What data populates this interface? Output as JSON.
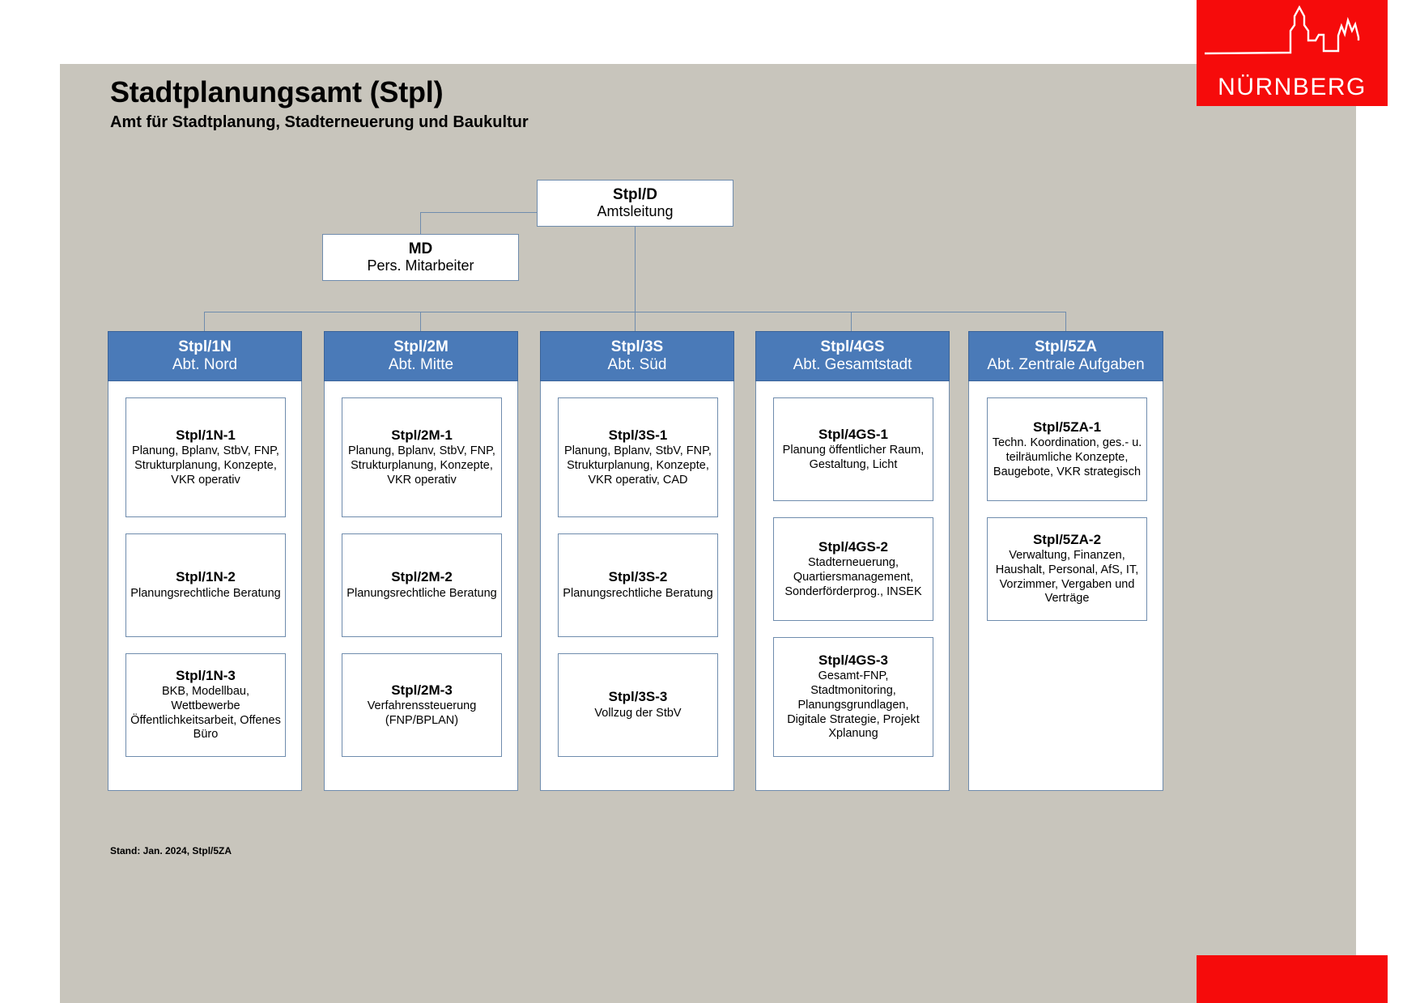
{
  "header": {
    "title": "Stadtplanungsamt (Stpl)",
    "subtitle": "Amt für Stadtplanung, Stadterneuerung und Baukultur",
    "logo_wordmark": "NÜRNBERG",
    "logo_color": "#f60b0b",
    "panel_color": "#c8c5bc"
  },
  "footer": {
    "text": "Stand: Jan. 2024, Stpl/5ZA"
  },
  "colors": {
    "dept_header_bg": "#4a7ab8",
    "box_border": "#6f8cad",
    "box_bg": "#ffffff",
    "text": "#000000"
  },
  "top": {
    "leader": {
      "code": "Stpl/D",
      "desc": "Amtsleitung"
    },
    "staff": {
      "code": "MD",
      "desc": "Pers. Mitarbeiter"
    }
  },
  "departments": [
    {
      "code": "Stpl/1N",
      "desc": "Abt. Nord",
      "units": [
        {
          "code": "Stpl/1N-1",
          "desc": "Planung, Bplanv, StbV, FNP, Strukturplanung, Konzepte, VKR operativ"
        },
        {
          "code": "Stpl/1N-2",
          "desc": "Planungsrechtliche Beratung"
        },
        {
          "code": "Stpl/1N-3",
          "desc": "BKB, Modellbau, Wettbewerbe Öffentlichkeitsarbeit, Offenes Büro"
        }
      ]
    },
    {
      "code": "Stpl/2M",
      "desc": "Abt. Mitte",
      "units": [
        {
          "code": "Stpl/2M-1",
          "desc": "Planung, Bplanv, StbV, FNP, Strukturplanung, Konzepte, VKR operativ"
        },
        {
          "code": "Stpl/2M-2",
          "desc": "Planungsrechtliche Beratung"
        },
        {
          "code": "Stpl/2M-3",
          "desc": "Verfahrenssteuerung (FNP/BPLAN)"
        }
      ]
    },
    {
      "code": "Stpl/3S",
      "desc": "Abt. Süd",
      "units": [
        {
          "code": "Stpl/3S-1",
          "desc": "Planung, Bplanv, StbV, FNP, Strukturplanung, Konzepte, VKR operativ, CAD"
        },
        {
          "code": "Stpl/3S-2",
          "desc": "Planungsrechtliche Beratung"
        },
        {
          "code": "Stpl/3S-3",
          "desc": "Vollzug der StbV"
        }
      ]
    },
    {
      "code": "Stpl/4GS",
      "desc": "Abt. Gesamtstadt",
      "units": [
        {
          "code": "Stpl/4GS-1",
          "desc": "Planung öffentlicher Raum, Gestaltung, Licht"
        },
        {
          "code": "Stpl/4GS-2",
          "desc": "Stadterneuerung, Quartiersmanagement, Sonderförderprog., INSEK"
        },
        {
          "code": "Stpl/4GS-3",
          "desc": "Gesamt-FNP, Stadtmonitoring, Planungsgrundlagen, Digitale Strategie, Projekt Xplanung"
        }
      ]
    },
    {
      "code": "Stpl/5ZA",
      "desc": "Abt. Zentrale Aufgaben",
      "units": [
        {
          "code": "Stpl/5ZA-1",
          "desc": "Techn. Koordination, ges.- u. teilräumliche Konzepte, Baugebote, VKR strategisch"
        },
        {
          "code": "Stpl/5ZA-2",
          "desc": "Verwaltung, Finanzen, Haushalt, Personal, AfS, IT, Vorzimmer, Vergaben und Verträge"
        }
      ]
    }
  ]
}
